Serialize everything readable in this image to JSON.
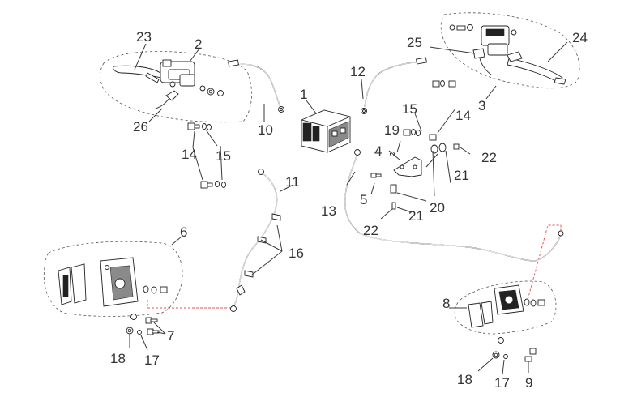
{
  "diagram": {
    "callouts": {
      "c1": "1",
      "c2": "2",
      "c3": "3",
      "c4": "4",
      "c5": "5",
      "c6": "6",
      "c7": "7",
      "c8": "8",
      "c9": "9",
      "c10": "10",
      "c11": "11",
      "c12": "12",
      "c13": "13",
      "c14a": "14",
      "c14b": "14",
      "c15a": "15",
      "c15b": "15",
      "c16": "16",
      "c17a": "17",
      "c17b": "17",
      "c18a": "18",
      "c18b": "18",
      "c19": "19",
      "c20": "20",
      "c21a": "21",
      "c21b": "21",
      "c22a": "22",
      "c22b": "22",
      "c23": "23",
      "c24": "24",
      "c25": "25",
      "c26": "26"
    },
    "colors": {
      "line": "#3a3a3a",
      "text": "#333333",
      "brake_line_dash": "#e05050"
    }
  }
}
